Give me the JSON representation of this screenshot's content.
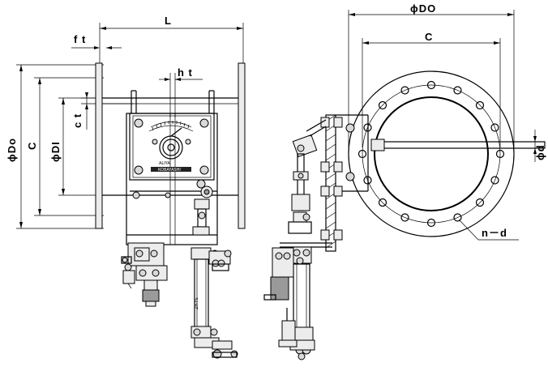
{
  "drawing": {
    "front_view": {
      "dim_L": "L",
      "dim_ft": "f t",
      "dim_ht": "h t",
      "dim_ct": "c t",
      "dim_phiDo": "ϕDo",
      "dim_C": "C",
      "dim_phiDI": "ϕDI",
      "nameplate_line1": "ALIYA",
      "nameplate_line2": "KOBAYASHI",
      "cylinder_label": "ZH-YS"
    },
    "side_view": {
      "dim_phiDO": "ϕDO",
      "dim_C": "C",
      "dim_phid": "ϕd",
      "dim_nd": "n－d"
    }
  }
}
